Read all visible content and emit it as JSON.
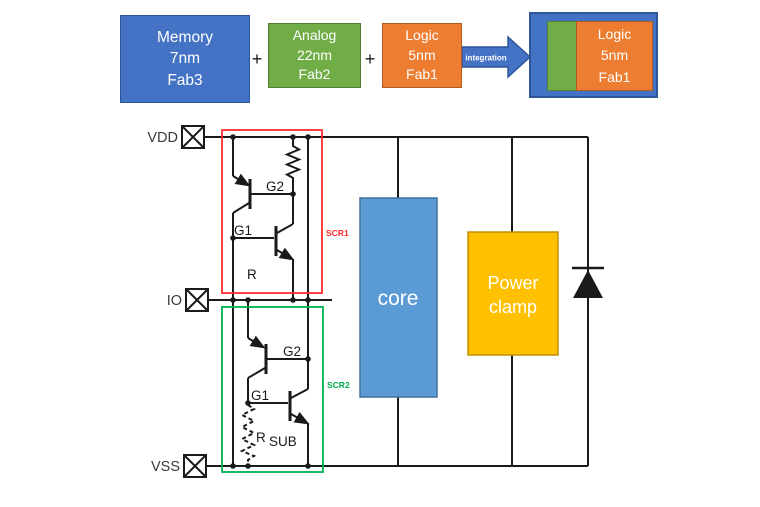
{
  "flow": {
    "plus": "+",
    "arrow_label": "integration",
    "memory": {
      "line1": "Memory",
      "line2": "7nm",
      "line3": "Fab3"
    },
    "analog": {
      "line1": "Analog",
      "line2": "22nm",
      "line3": "Fab2"
    },
    "logic": {
      "line1": "Logic",
      "line2": "5nm",
      "line3": "Fab1"
    },
    "result": {
      "line1": "Logic",
      "line2": "5nm",
      "line3": "Fab1"
    }
  },
  "circuit": {
    "pins": {
      "vdd": "VDD",
      "io": "IO",
      "vss": "VSS"
    },
    "scr1": {
      "label": "SCR1",
      "g1": "G1",
      "g2": "G2",
      "r": "R"
    },
    "scr2": {
      "label": "SCR2",
      "g1": "G1",
      "g2": "G2",
      "r": "R",
      "r_sub": "SUB"
    },
    "core": {
      "label": "core"
    },
    "power_clamp": {
      "line1": "Power",
      "line2": "clamp"
    }
  },
  "colors": {
    "block_blue": "#4472C4",
    "block_green": "#70AD47",
    "block_orange": "#ED7D31",
    "core_blue": "#5B9BD5",
    "clamp_yellow": "#FFC000",
    "scr1_outline": "#FF2B2B",
    "scr2_outline": "#00B050"
  }
}
